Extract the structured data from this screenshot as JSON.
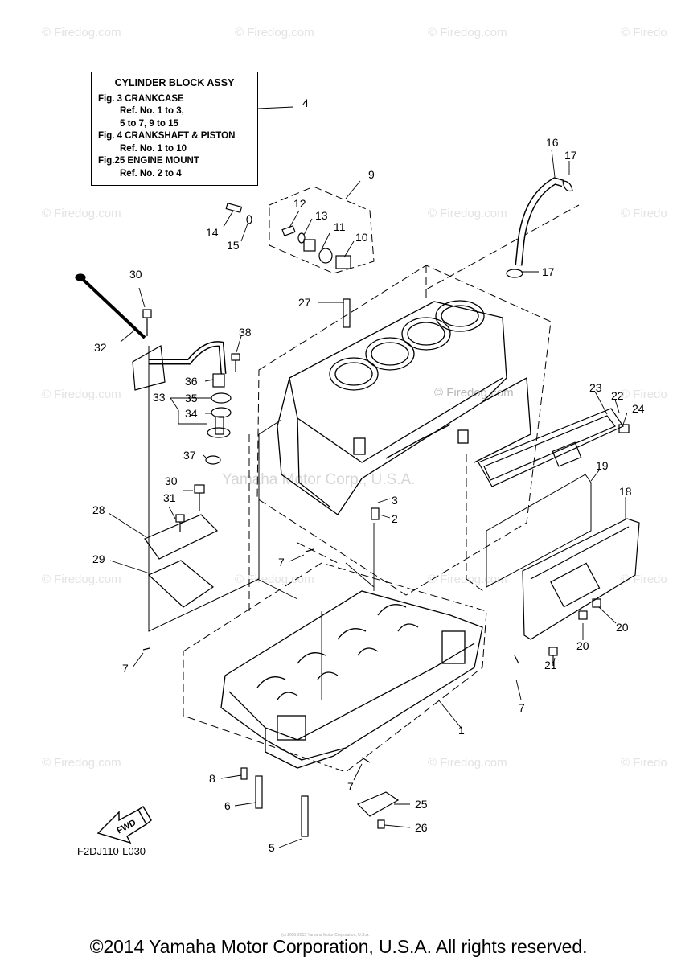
{
  "legend": {
    "title": "CYLINDER BLOCK ASSY",
    "lines": [
      {
        "text": "Fig.  3 CRANKCASE",
        "indent": false
      },
      {
        "text": "Ref. No. 1 to 3,",
        "indent": true
      },
      {
        "text": "5 to 7, 9 to 15",
        "indent": true
      },
      {
        "text": "Fig.  4 CRANKSHAFT & PISTON",
        "indent": false
      },
      {
        "text": "Ref. No. 1 to 10",
        "indent": true
      },
      {
        "text": "Fig.25 ENGINE MOUNT",
        "indent": false
      },
      {
        "text": "Ref. No. 2 to 4",
        "indent": true
      }
    ]
  },
  "labels": {
    "n1": "1",
    "n2": "2",
    "n3": "3",
    "n4": "4",
    "n5": "5",
    "n6": "6",
    "n7a": "7",
    "n7b": "7",
    "n7c": "7",
    "n7d": "7",
    "n8": "8",
    "n9": "9",
    "n10": "10",
    "n11": "11",
    "n12": "12",
    "n13": "13",
    "n14": "14",
    "n15": "15",
    "n16": "16",
    "n17a": "17",
    "n17b": "17",
    "n18": "18",
    "n19": "19",
    "n20a": "20",
    "n20b": "20",
    "n21": "21",
    "n22": "22",
    "n23": "23",
    "n24": "24",
    "n25": "25",
    "n26": "26",
    "n27": "27",
    "n28": "28",
    "n29": "29",
    "n30a": "30",
    "n30b": "30",
    "n31": "31",
    "n32": "32",
    "n33": "33",
    "n34": "34",
    "n35": "35",
    "n36": "36",
    "n37": "37",
    "n38": "38"
  },
  "fwd_text": "FWD",
  "diagram_code": "F2DJ110-L030",
  "watermark_text": "© Firedog.com",
  "watermark_partial": "© Firedo",
  "watermark_center": "Yamaha Motor Corp., U.S.A.",
  "small_copyright": "(c) 2005-2015 Yamaha Motor Corporation, U.S.A.",
  "copyright": "©2014 Yamaha Motor Corporation, U.S.A. All rights reserved."
}
